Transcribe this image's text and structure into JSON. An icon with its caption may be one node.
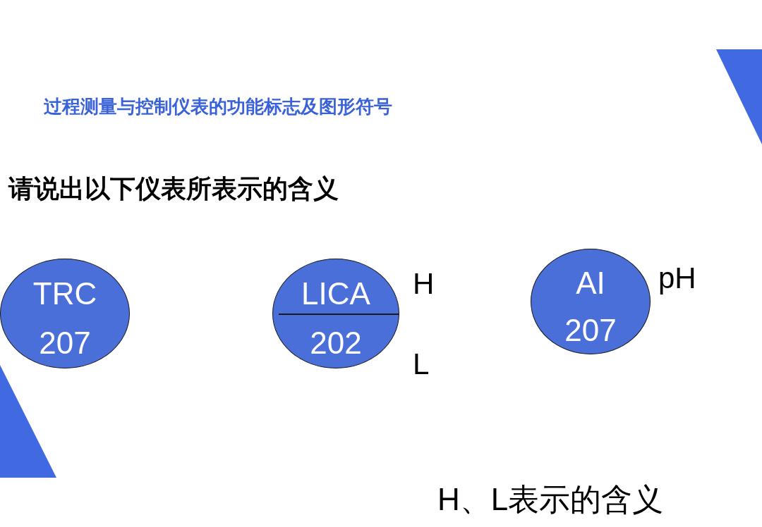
{
  "diagram": {
    "title": "过程测量与控制仪表的功能标志及图形符号",
    "nodes": [
      {
        "text": [
          "TRC",
          "207"
        ]
      },
      {
        "text": [
          "LICA",
          "202"
        ],
        "beside": [
          "H",
          "L"
        ]
      },
      {
        "text": [
          "AI",
          "207"
        ],
        "beside": [
          "pH"
        ]
      }
    ],
    "labels": [
      "请说出以下仪表所表示的含义",
      "H、L表示的含义"
    ]
  }
}
